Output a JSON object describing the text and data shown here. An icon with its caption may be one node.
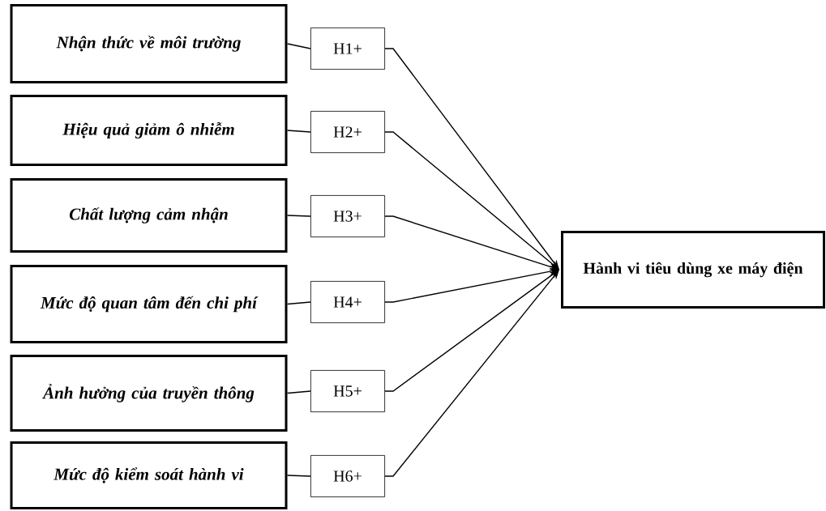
{
  "diagram": {
    "nodes": [
      {
        "text": [
          "Nhận thức về môi trường"
        ]
      },
      {
        "text": [
          "Hiệu quả giảm ô nhiễm"
        ]
      },
      {
        "text": [
          "Chất lượng cảm nhận"
        ]
      },
      {
        "text": [
          "Mức độ quan tâm đến chi phí"
        ]
      },
      {
        "text": [
          "Ảnh hưởng của truyền thông"
        ]
      },
      {
        "text": [
          "Mức độ kiểm soát hành vi"
        ]
      },
      {
        "text": [
          "H1+"
        ]
      },
      {
        "text": [
          "H2+"
        ]
      },
      {
        "text": [
          "H3+"
        ]
      },
      {
        "text": [
          "H4+"
        ]
      },
      {
        "text": [
          "H5+"
        ]
      },
      {
        "text": [
          "H6+"
        ]
      },
      {
        "text": [
          "Hành vi tiêu dùng xe máy điện"
        ]
      }
    ],
    "edges": [
      {
        "from": 0,
        "to": 6,
        "arrow": "none"
      },
      {
        "from": 1,
        "to": 7,
        "arrow": "none"
      },
      {
        "from": 2,
        "to": 8,
        "arrow": "none"
      },
      {
        "from": 3,
        "to": 9,
        "arrow": "none"
      },
      {
        "from": 4,
        "to": 10,
        "arrow": "none"
      },
      {
        "from": 5,
        "to": 11,
        "arrow": "none"
      },
      {
        "from": 6,
        "to": 12,
        "arrow": "to"
      },
      {
        "from": 7,
        "to": 12,
        "arrow": "to"
      },
      {
        "from": 8,
        "to": 12,
        "arrow": "to"
      },
      {
        "from": 9,
        "to": 12,
        "arrow": "to"
      },
      {
        "from": 10,
        "to": 12,
        "arrow": "to"
      },
      {
        "from": 11,
        "to": 12,
        "arrow": "to"
      }
    ]
  }
}
